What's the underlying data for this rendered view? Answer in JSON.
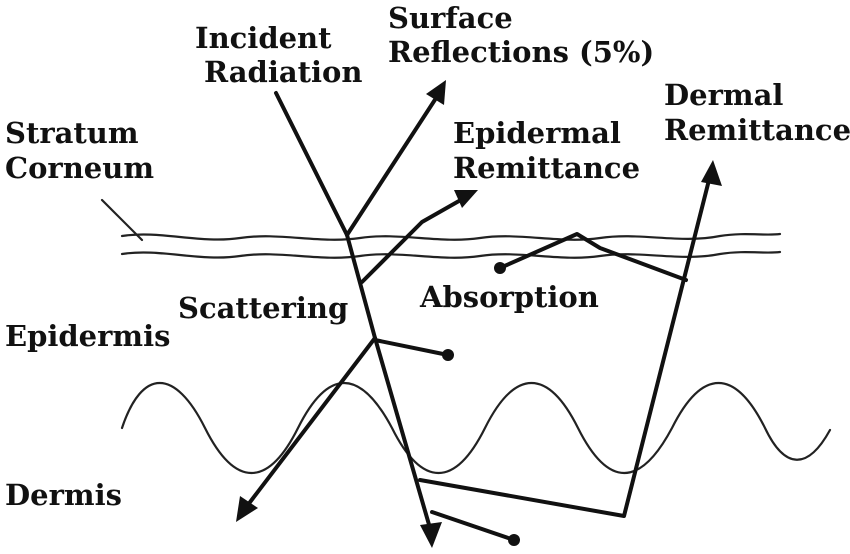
{
  "labels": {
    "incident": [
      "Incident",
      "Radiation"
    ],
    "surface_reflections": [
      "Surface",
      "Reflections (5%)"
    ],
    "dermal_remittance": [
      "Dermal",
      "Remittance"
    ],
    "stratum_corneum": [
      "Stratum",
      "Corneum"
    ],
    "epidermal_remittance": [
      "Epidermal",
      "Remittance"
    ],
    "scattering": "Scattering",
    "absorption": "Absorption",
    "epidermis": "Epidermis",
    "dermis": "Dermis"
  },
  "colors": {
    "ink": "#111111",
    "background": "#ffffff"
  }
}
